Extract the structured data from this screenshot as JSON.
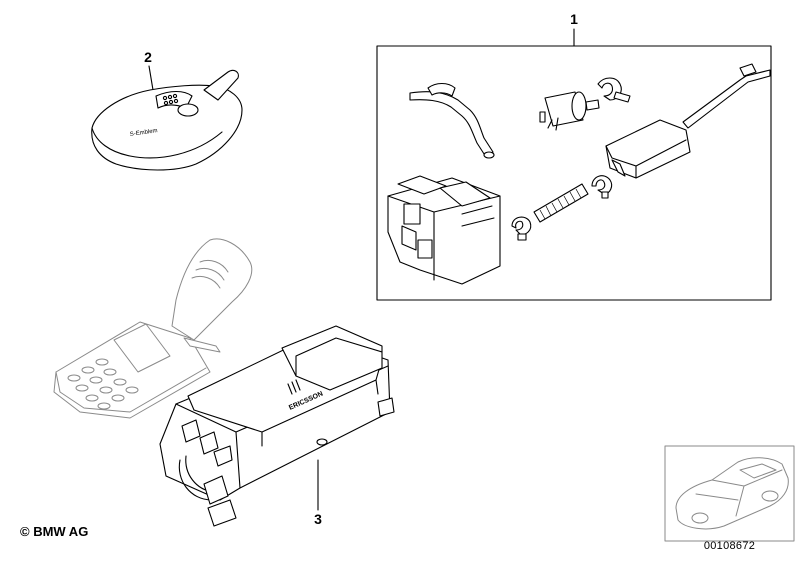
{
  "diagram": {
    "callouts": [
      {
        "id": "callout-1",
        "label": "1"
      },
      {
        "id": "callout-2",
        "label": "2"
      },
      {
        "id": "callout-3",
        "label": "3"
      }
    ],
    "copyright": "© BMW AG",
    "reference_number": "00108672",
    "device_brand_text": "ERICSSON",
    "remote_brand_text": "S-Emblem"
  }
}
